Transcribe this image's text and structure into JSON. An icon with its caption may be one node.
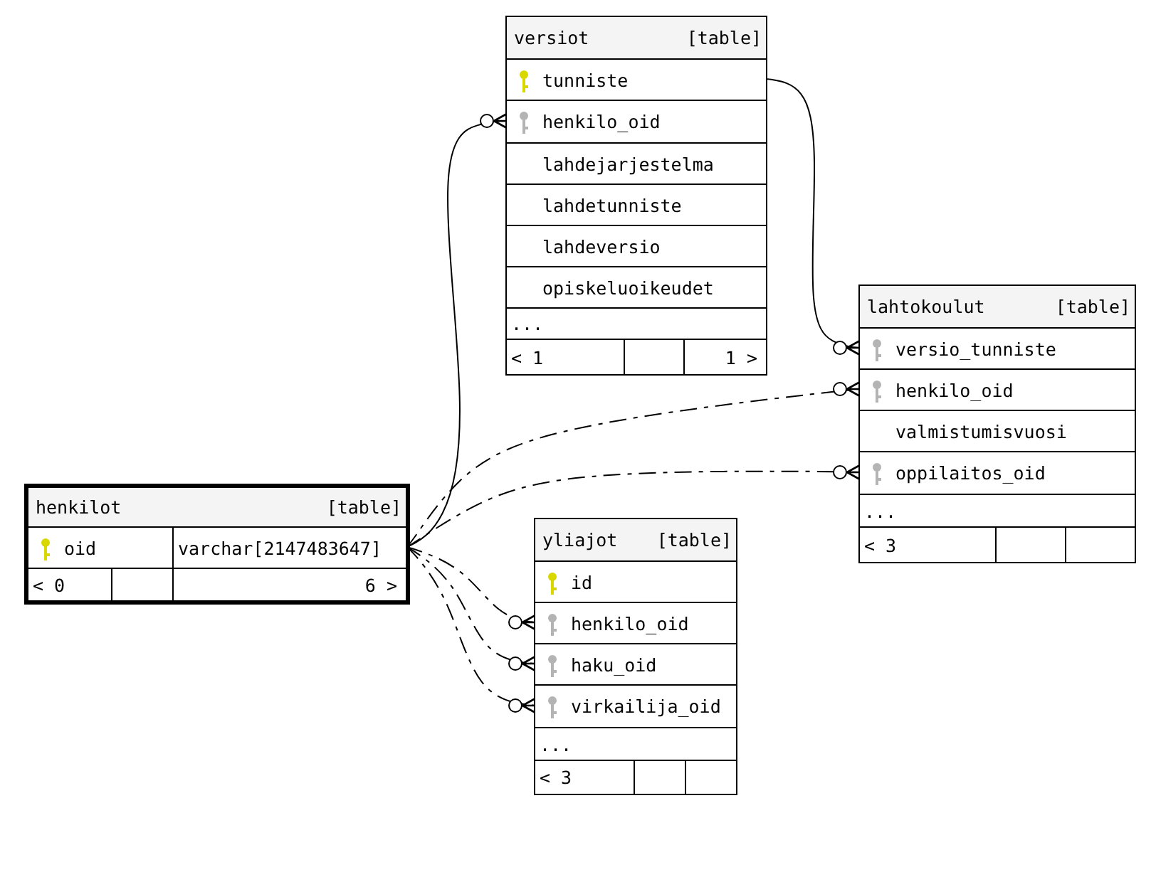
{
  "diagram": {
    "nodes": [
      {
        "text": [
          "versiot",
          "[table]"
        ]
      },
      {
        "text": [
          "tunniste"
        ],
        "in": 0
      },
      {
        "text": [
          "henkilo_oid"
        ],
        "in": 0
      },
      {
        "text": [
          "lahdejarjestelma"
        ],
        "in": 0
      },
      {
        "text": [
          "lahdetunniste"
        ],
        "in": 0
      },
      {
        "text": [
          "lahdeversio"
        ],
        "in": 0
      },
      {
        "text": [
          "opiskeluoikeudet"
        ],
        "in": 0
      },
      {
        "text": [
          "..."
        ],
        "in": 0
      },
      {
        "text": [
          "< 1",
          "1 >"
        ],
        "in": 0
      },
      {
        "text": [
          "lahtokoulut",
          "[table]"
        ]
      },
      {
        "text": [
          "versio_tunniste"
        ],
        "in": 9
      },
      {
        "text": [
          "henkilo_oid"
        ],
        "in": 9
      },
      {
        "text": [
          "valmistumisvuosi"
        ],
        "in": 9
      },
      {
        "text": [
          "oppilaitos_oid"
        ],
        "in": 9
      },
      {
        "text": [
          "..."
        ],
        "in": 9
      },
      {
        "text": [
          "< 3"
        ],
        "in": 9
      },
      {
        "text": [
          "henkilot",
          "[table]"
        ]
      },
      {
        "text": [
          "oid",
          "varchar[2147483647]"
        ],
        "in": 16
      },
      {
        "text": [
          "< 0",
          "6 >"
        ],
        "in": 16
      },
      {
        "text": [
          "yliajot",
          "[table]"
        ]
      },
      {
        "text": [
          "id"
        ],
        "in": 19
      },
      {
        "text": [
          "henkilo_oid"
        ],
        "in": 19
      },
      {
        "text": [
          "haku_oid"
        ],
        "in": 19
      },
      {
        "text": [
          "virkailija_oid"
        ],
        "in": 19
      },
      {
        "text": [
          "..."
        ],
        "in": 19
      },
      {
        "text": [
          "< 3"
        ],
        "in": 19
      }
    ],
    "edges": [
      {
        "from": 17,
        "to": 2,
        "arrow": "other"
      },
      {
        "from": 1,
        "to": 10,
        "arrow": "other"
      },
      {
        "from": 17,
        "to": 11,
        "arrow": "other",
        "style": "dashed"
      },
      {
        "from": 17,
        "to": 13,
        "arrow": "other",
        "style": "dashed"
      },
      {
        "from": 17,
        "to": 21,
        "arrow": "other",
        "style": "dashed"
      },
      {
        "from": 17,
        "to": 22,
        "arrow": "other",
        "style": "dashed"
      },
      {
        "from": 17,
        "to": 23,
        "arrow": "other",
        "style": "dashed"
      }
    ]
  }
}
